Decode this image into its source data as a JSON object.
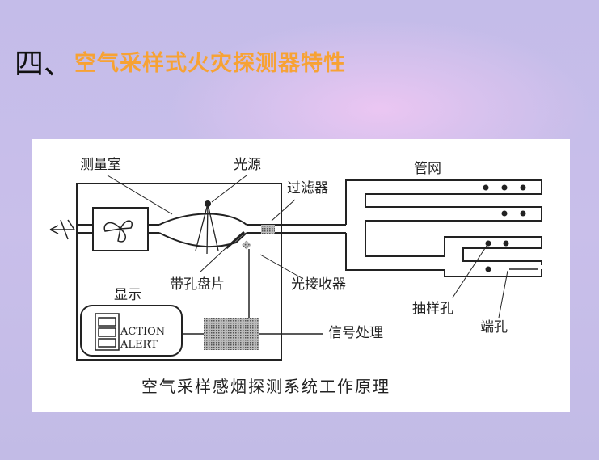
{
  "slide": {
    "title_number": "四、",
    "title": "空气采样式火灾探测器特性"
  },
  "diagram": {
    "labels": {
      "measuring_chamber": "测量室",
      "light_source": "光源",
      "filter": "过滤器",
      "pipe_network": "管网",
      "perforated_disc": "带孔盘片",
      "light_receiver": "光接收器",
      "display": "显示",
      "signal_processing": "信号处理",
      "sampling_hole": "抽样孔",
      "end_hole": "端孔",
      "action": "ACTION",
      "alert": "ALERT"
    },
    "caption": "空气采样感烟探测系统工作原理",
    "colors": {
      "title": "#f7a234",
      "background": "#c4bce9"
    }
  }
}
